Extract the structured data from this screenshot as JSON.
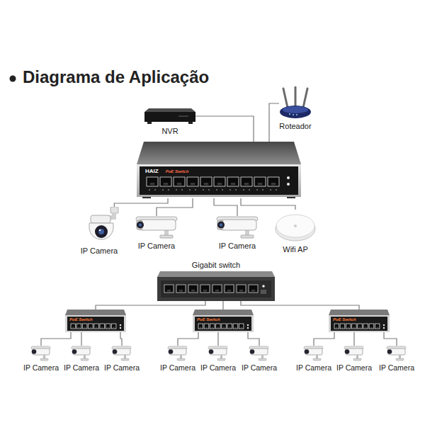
{
  "diagram": {
    "title": "Diagrama de Aplicação",
    "nodes": [
      {
        "text": [
          "NVR"
        ]
      },
      {
        "text": [
          "Roteador"
        ]
      },
      {
        "text": [
          "HAIZ",
          "PoE Switch"
        ]
      },
      {
        "text": [
          "IP Camera"
        ]
      },
      {
        "text": [
          "IP Camera"
        ]
      },
      {
        "text": [
          "IP Camera"
        ]
      },
      {
        "text": [
          "Wifi AP"
        ]
      },
      {
        "text": [
          "Gigabit switch"
        ]
      },
      {
        "text": [
          "PoE Switch"
        ]
      },
      {
        "text": [
          "PoE Switch"
        ]
      },
      {
        "text": [
          "PoE Switch"
        ]
      },
      {
        "text": [
          "IP Camera"
        ]
      },
      {
        "text": [
          "IP Camera"
        ]
      },
      {
        "text": [
          "IP Camera"
        ]
      },
      {
        "text": [
          "IP Camera"
        ]
      },
      {
        "text": [
          "IP Camera"
        ]
      },
      {
        "text": [
          "IP Camera"
        ]
      },
      {
        "text": [
          "IP Camera"
        ]
      },
      {
        "text": [
          "IP Camera"
        ]
      },
      {
        "text": [
          "IP Camera"
        ]
      }
    ],
    "edges": [
      {
        "from": 0,
        "to": 2,
        "arrow": "none"
      },
      {
        "from": 1,
        "to": 2,
        "arrow": "none"
      },
      {
        "from": 2,
        "to": 3,
        "arrow": "none"
      },
      {
        "from": 2,
        "to": 4,
        "arrow": "none"
      },
      {
        "from": 2,
        "to": 5,
        "arrow": "none"
      },
      {
        "from": 2,
        "to": 6,
        "arrow": "none"
      },
      {
        "from": 7,
        "to": 8,
        "arrow": "none"
      },
      {
        "from": 7,
        "to": 9,
        "arrow": "none"
      },
      {
        "from": 7,
        "to": 10,
        "arrow": "none"
      },
      {
        "from": 8,
        "to": 11,
        "arrow": "none"
      },
      {
        "from": 8,
        "to": 12,
        "arrow": "none"
      },
      {
        "from": 8,
        "to": 13,
        "arrow": "none"
      },
      {
        "from": 9,
        "to": 14,
        "arrow": "none"
      },
      {
        "from": 9,
        "to": 15,
        "arrow": "none"
      },
      {
        "from": 9,
        "to": 16,
        "arrow": "none"
      },
      {
        "from": 10,
        "to": 17,
        "arrow": "none"
      },
      {
        "from": 10,
        "to": 18,
        "arrow": "none"
      },
      {
        "from": 10,
        "to": 19,
        "arrow": "none"
      }
    ]
  }
}
